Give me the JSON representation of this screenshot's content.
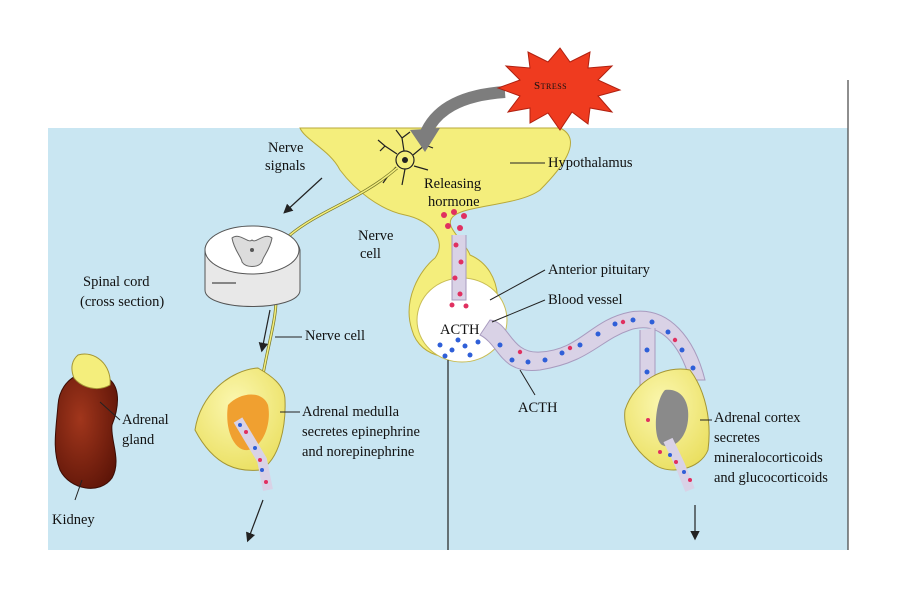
{
  "labels": {
    "stress": "Stress",
    "nerve_signals_1": "Nerve",
    "nerve_signals_2": "signals",
    "hypothalamus": "Hypothalamus",
    "releasing_1": "Releasing",
    "releasing_2": "hormone",
    "nerve_cell_top_1": "Nerve",
    "nerve_cell_top_2": "cell",
    "spinal_1": "Spinal cord",
    "spinal_2": "(cross section)",
    "anterior_pituitary": "Anterior pituitary",
    "blood_vessel": "Blood vessel",
    "nerve_cell": "Nerve cell",
    "acth_gland": "ACTH",
    "acth_vessel": "ACTH",
    "adrenal_1": "Adrenal",
    "adrenal_2": "gland",
    "medulla_1": "Adrenal medulla",
    "medulla_2": "secretes epinephrine",
    "medulla_3": "and norepinephrine",
    "cortex_1": "Adrenal cortex",
    "cortex_2": "secretes",
    "cortex_3": "mineralocorticoids",
    "cortex_4": "and glucocorticoids",
    "kidney": "Kidney"
  },
  "colors": {
    "background": "#c9e6f2",
    "gland_yellow": "#f4ee7c",
    "gland_shadow": "#d9c94c",
    "stress_burst": "#ef3b1f",
    "stress_text_bg": "#f46a2a",
    "kidney": "#7a1f10",
    "vessel": "#d9d2e6",
    "blue_dot": "#2f5fd8",
    "red_dot": "#e03060",
    "medulla_orange": "#f0a030",
    "cortex_gray": "#8a8a8a",
    "arrow_gray": "#7d7d7d"
  }
}
